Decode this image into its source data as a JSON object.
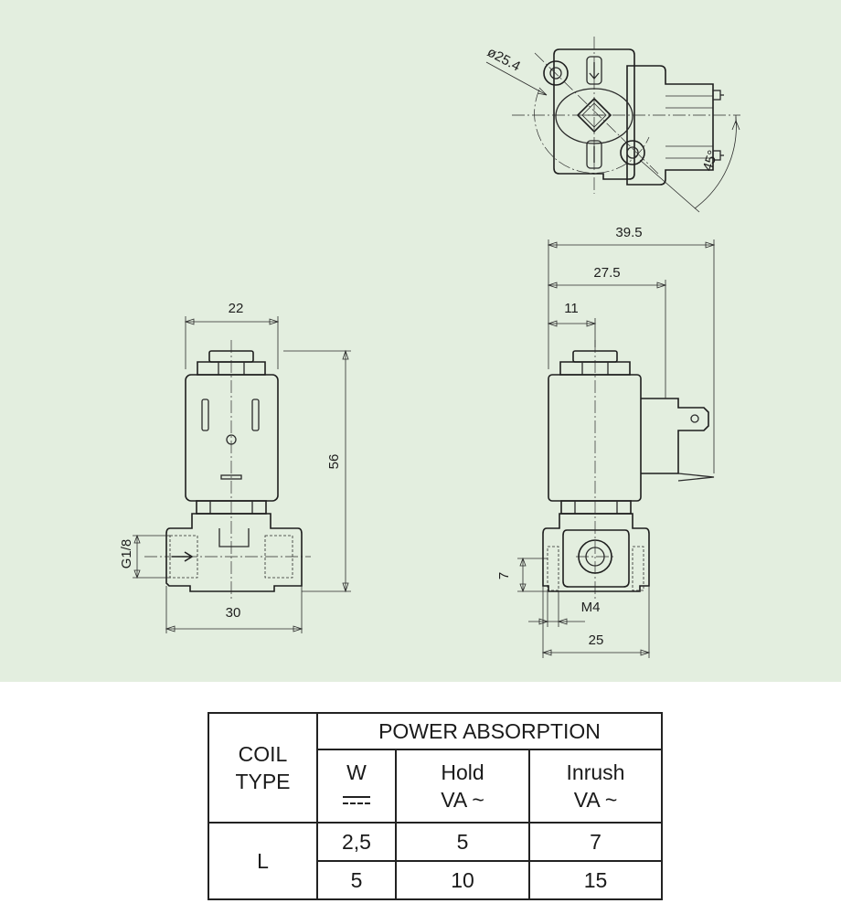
{
  "dimensions": {
    "top_view": {
      "diameter": "ø25.4",
      "angle": "45°"
    },
    "front_view": {
      "width_top": "22",
      "height": "56",
      "thread": "G1/8",
      "width_bottom": "30"
    },
    "side_view": {
      "total": "39.5",
      "coil": "27.5",
      "offset": "11",
      "mount_height": "7",
      "mount_thread": "M4",
      "base_width": "25"
    }
  },
  "table": {
    "coil_type_header": "COIL\nTYPE",
    "power_header": "POWER ABSORPTION",
    "col_w": "W",
    "col_hold": "Hold\nVA ~",
    "col_inrush": "Inrush\nVA ~",
    "coil_type": "L",
    "rows": [
      {
        "w": "2,5",
        "hold": "5",
        "inrush": "7"
      },
      {
        "w": "5",
        "hold": "10",
        "inrush": "15"
      }
    ]
  }
}
